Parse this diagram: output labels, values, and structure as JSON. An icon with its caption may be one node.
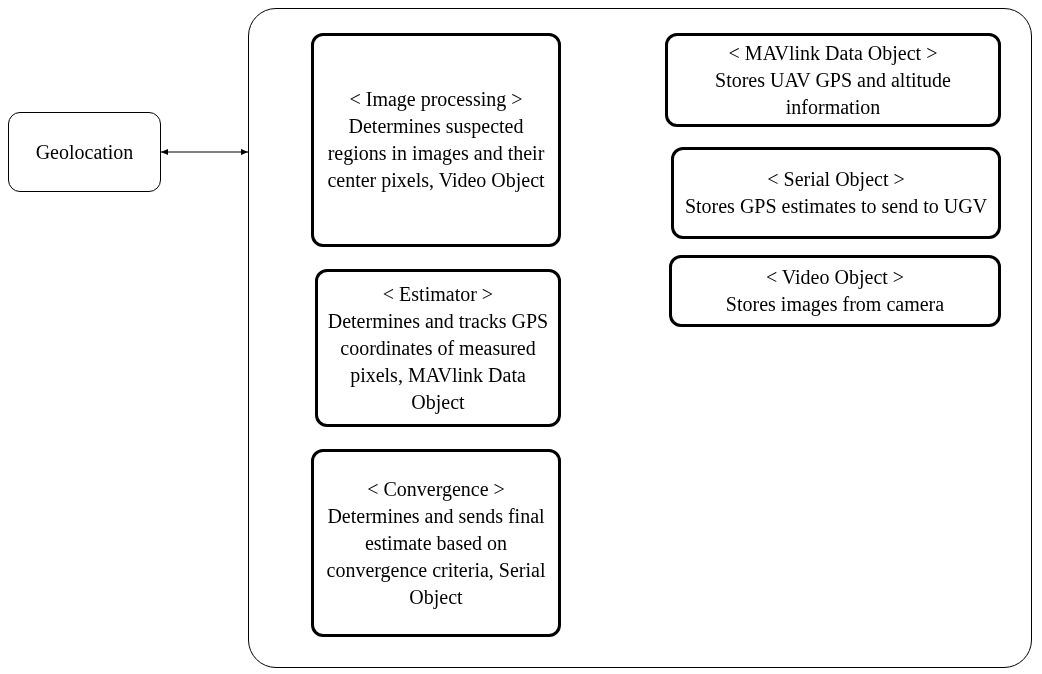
{
  "diagram": {
    "nodes": [
      {
        "text": [
          "Geolocation"
        ]
      },
      {
        "text": [],
        "shape": "box"
      },
      {
        "text": [
          "< Image processing >",
          "Determines suspected regions in images and their center pixels, Video Object"
        ],
        "in": 1
      },
      {
        "text": [
          "< Estimator >",
          "Determines and tracks GPS coordinates of measured pixels, MAVlink Data Object"
        ],
        "in": 1
      },
      {
        "text": [
          "< Convergence >",
          "Determines and sends final estimate based on convergence criteria, Serial Object"
        ],
        "in": 1
      },
      {
        "text": [
          "< MAVlink Data Object >",
          "Stores UAV GPS and altitude information"
        ],
        "in": 1
      },
      {
        "text": [
          "< Serial Object >",
          "Stores GPS estimates to send to UGV"
        ],
        "in": 1
      },
      {
        "text": [
          "< Video Object >",
          "Stores images from camera"
        ],
        "in": 1
      }
    ],
    "edges": [
      {
        "from": 0,
        "to": 1,
        "arrow": "both"
      }
    ]
  }
}
